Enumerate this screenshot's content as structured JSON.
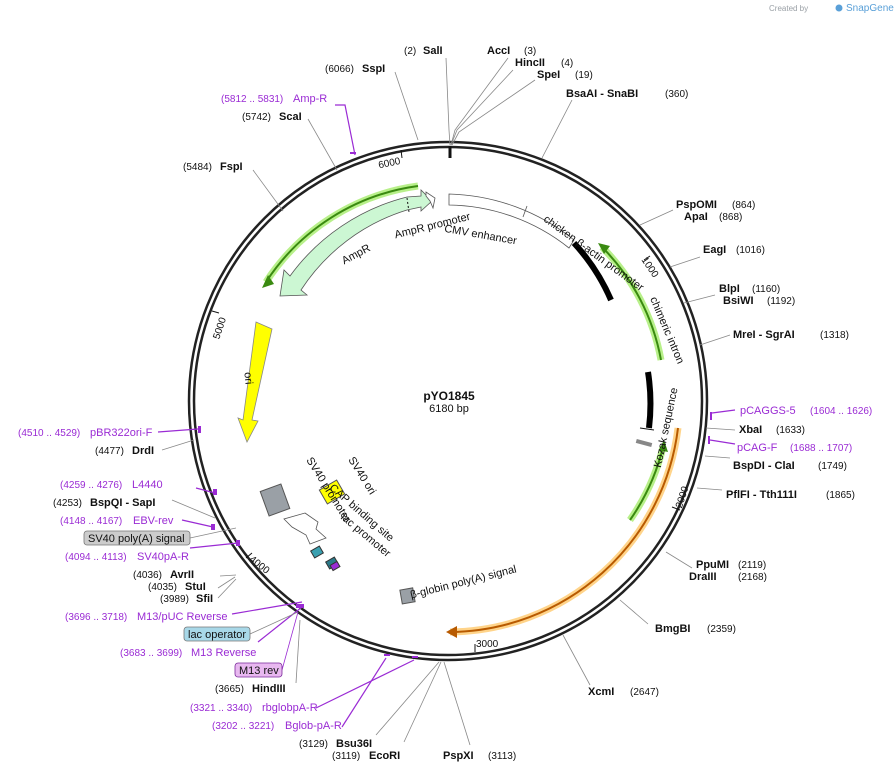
{
  "branding": {
    "created_by": "Created by",
    "product": "SnapGene"
  },
  "plasmid": {
    "name": "pYO1845",
    "length_label": "6180 bp"
  },
  "ticks": [
    "1000",
    "2000",
    "3000",
    "4000",
    "5000",
    "6000"
  ],
  "features": {
    "ampr_promoter": "AmpR promoter",
    "cmv_enhancer": "CMV enhancer",
    "chicken_promoter": "chicken β-actin promoter",
    "chimeric_intron": "chimeric intron",
    "ampr": "AmpR",
    "ori": "ori",
    "kozak": "Kozak sequence",
    "sv40_promoter": "SV40 promoter",
    "sv40_ori": "SV40 ori",
    "cap_site": "CAP binding site",
    "lac_promoter": "lac promoter",
    "globin_polya": "β-globin poly(A) signal"
  },
  "sites": [
    {
      "pos": "(2)",
      "name": "SalI"
    },
    {
      "pos": "(3)",
      "name": "AccI"
    },
    {
      "pos": "(4)",
      "name": "HincII"
    },
    {
      "pos": "(19)",
      "name": "SpeI"
    },
    {
      "pos": "(360)",
      "name": "BsaAI - SnaBI"
    },
    {
      "pos": "(864)",
      "name": "PspOMI"
    },
    {
      "pos": "(868)",
      "name": "ApaI"
    },
    {
      "pos": "(1016)",
      "name": "EagI"
    },
    {
      "pos": "(1160)",
      "name": "BlpI"
    },
    {
      "pos": "(1192)",
      "name": "BsiWI"
    },
    {
      "pos": "(1318)",
      "name": "MreI - SgrAI"
    },
    {
      "pos": "(1633)",
      "name": "XbaI"
    },
    {
      "pos": "(1749)",
      "name": "BspDI - ClaI"
    },
    {
      "pos": "(1865)",
      "name": "PflFI - Tth111I"
    },
    {
      "pos": "(2119)",
      "name": "PpuMI"
    },
    {
      "pos": "(2168)",
      "name": "DraIII"
    },
    {
      "pos": "(2359)",
      "name": "BmgBI"
    },
    {
      "pos": "(2647)",
      "name": "XcmI"
    },
    {
      "pos": "(3113)",
      "name": "PspXI"
    },
    {
      "pos": "(3119)",
      "name": "EcoRI"
    },
    {
      "pos": "(3129)",
      "name": "Bsu36I"
    },
    {
      "pos": "(3665)",
      "name": "HindIII"
    },
    {
      "pos": "(3989)",
      "name": "SfiI"
    },
    {
      "pos": "(4035)",
      "name": "StuI"
    },
    {
      "pos": "(4036)",
      "name": "AvrII"
    },
    {
      "pos": "(4253)",
      "name": "BspQI - SapI"
    },
    {
      "pos": "(4477)",
      "name": "DrdI"
    },
    {
      "pos": "(5484)",
      "name": "FspI"
    },
    {
      "pos": "(5742)",
      "name": "ScaI"
    },
    {
      "pos": "(6066)",
      "name": "SspI"
    }
  ],
  "primers": [
    {
      "range": "(1604 .. 1626)",
      "name": "pCAGGS-5"
    },
    {
      "range": "(1688 .. 1707)",
      "name": "pCAG-F"
    },
    {
      "range": "(3202 .. 3221)",
      "name": "Bglob-pA-R"
    },
    {
      "range": "(3321 .. 3340)",
      "name": "rbglobpA-R"
    },
    {
      "range": "(3683 .. 3699)",
      "name": "M13 Reverse"
    },
    {
      "range": "(3696 .. 3718)",
      "name": "M13/pUC Reverse"
    },
    {
      "range": "(4094 .. 4113)",
      "name": "SV40pA-R"
    },
    {
      "range": "(4148 .. 4167)",
      "name": "EBV-rev"
    },
    {
      "range": "(4259 .. 4276)",
      "name": "L4440"
    },
    {
      "range": "(4510 .. 4529)",
      "name": "pBR322ori-F"
    },
    {
      "range": "(5812 .. 5831)",
      "name": "Amp-R"
    }
  ],
  "boxes": {
    "sv40_polya": "SV40 poly(A) signal",
    "lac_operator": "lac operator",
    "m13_rev": "M13 rev"
  },
  "colors": {
    "backbone": "#222222",
    "primer": "#9a2bd4",
    "ampr_fill": "#ccf7d3",
    "ori_fill": "#ffff00",
    "glow_green": "#b8f08a",
    "glow_orange": "#ffd48a",
    "box_gray": "#cccccc",
    "box_blue": "#a8d8e8",
    "box_violet": "#e8b8f0"
  }
}
